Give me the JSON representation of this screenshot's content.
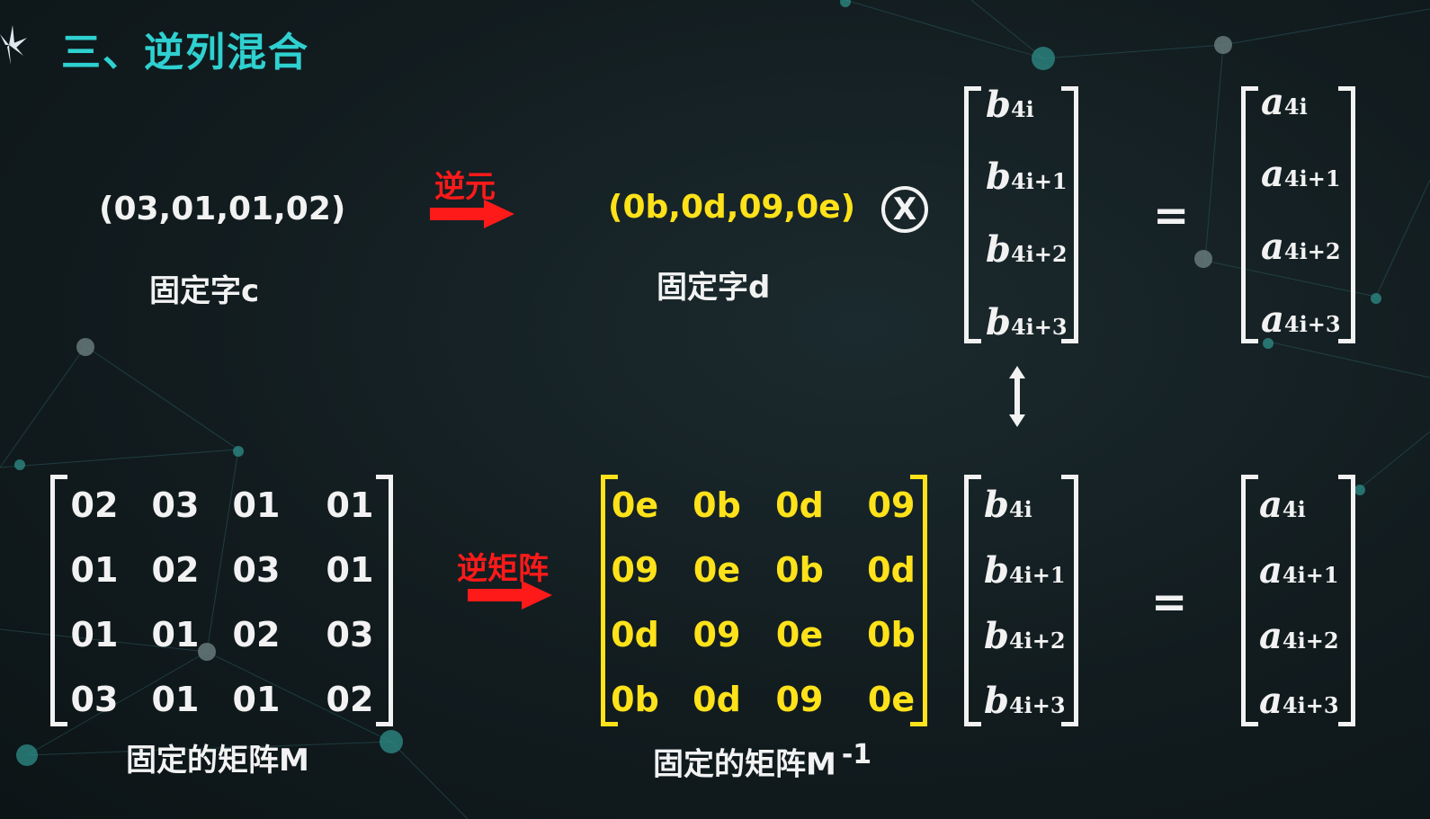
{
  "title": "三、逆列混合",
  "top_left_vector": "(03,01,01,02)",
  "top_left_caption": "固定字c",
  "arrow_label_top": "逆元",
  "top_middle_vector": "(0b,0d,09,0e)",
  "top_middle_caption": "固定字d",
  "otimes_symbol": "X",
  "equals_symbol": "=",
  "b_vector": {
    "base": "b",
    "subs": [
      "4i",
      "4i+1",
      "4i+2",
      "4i+3"
    ]
  },
  "a_vector": {
    "base": "a",
    "subs": [
      "4i",
      "4i+1",
      "4i+2",
      "4i+3"
    ]
  },
  "matrix_M": [
    [
      "02",
      "03",
      "01",
      "01"
    ],
    [
      "01",
      "02",
      "03",
      "01"
    ],
    [
      "01",
      "01",
      "02",
      "03"
    ],
    [
      "03",
      "01",
      "01",
      "02"
    ]
  ],
  "matrix_M_caption": "固定的矩阵M",
  "arrow_label_bottom": "逆矩阵",
  "matrix_M_inv": [
    [
      "0e",
      "0b",
      "0d",
      "09"
    ],
    [
      "09",
      "0e",
      "0b",
      "0d"
    ],
    [
      "0d",
      "09",
      "0e",
      "0b"
    ],
    [
      "0b",
      "0d",
      "09",
      "0e"
    ]
  ],
  "matrix_M_inv_caption": "固定的矩阵M",
  "matrix_M_inv_superscript": "-1",
  "colors": {
    "title": "#2fd0d0",
    "highlight": "#ffe21a",
    "arrow": "#ff1a1a",
    "text": "#f2f2f2",
    "background": "#121c1f"
  }
}
